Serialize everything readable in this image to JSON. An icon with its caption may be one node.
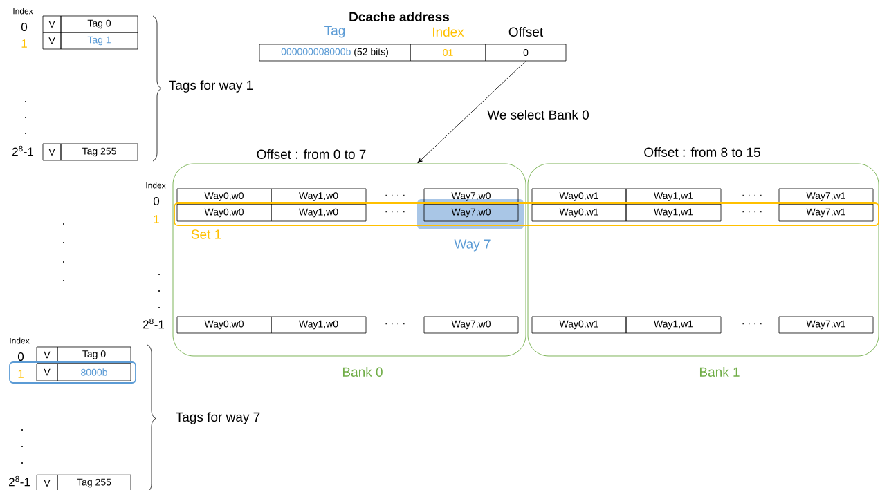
{
  "diagram": {
    "title": "Dcache address",
    "nodes": [
      {
        "text": [
          "V"
        ]
      },
      {
        "text": [
          "Tag 0"
        ]
      },
      {
        "text": [
          "V"
        ]
      },
      {
        "text": [
          "Tag 1"
        ]
      },
      {
        "text": [
          "V"
        ]
      },
      {
        "text": [
          "Tag 255"
        ]
      },
      {
        "text": [
          "000000008000b",
          "(52 bits)"
        ],
        "beside": [
          "Tag"
        ]
      },
      {
        "text": [
          "01"
        ],
        "beside": [
          "Index"
        ]
      },
      {
        "text": [
          "0"
        ],
        "beside": [
          "Offset"
        ]
      },
      {
        "text": [
          "Offset : from 0 to 7",
          "Bank 0"
        ]
      },
      {
        "text": [
          "Offset : from 8 to 15",
          "Bank 1"
        ]
      },
      {
        "text": [],
        "shape": "box"
      },
      {
        "text": [
          "Way 7"
        ],
        "in": 9
      },
      {
        "text": [
          "Way0,w0"
        ],
        "in": 9
      },
      {
        "text": [
          "Way1,w0"
        ],
        "in": 9
      },
      {
        "text": [
          "Way7,w0"
        ],
        "in": 9
      },
      {
        "text": [
          "Way0,w0"
        ]
      },
      {
        "text": [
          "Way1,w0"
        ]
      },
      {
        "text": [
          "Way7,w0"
        ]
      },
      {
        "text": [
          "Way0,w0"
        ],
        "in": 9
      },
      {
        "text": [
          "Way1,w0"
        ],
        "in": 9
      },
      {
        "text": [
          "Way7,w0"
        ],
        "in": 9
      },
      {
        "text": [
          "Way0,w1"
        ],
        "in": 10
      },
      {
        "text": [
          "Way1,w1"
        ],
        "in": 10
      },
      {
        "text": [
          "Way7,w1"
        ],
        "in": 10
      },
      {
        "text": [
          "Way0,w1"
        ]
      },
      {
        "text": [
          "Way1,w1"
        ]
      },
      {
        "text": [
          "Way7,w1"
        ]
      },
      {
        "text": [
          "Way0,w1"
        ],
        "in": 10
      },
      {
        "text": [
          "Way1,w1"
        ],
        "in": 10
      },
      {
        "text": [
          "Way7,w1"
        ],
        "in": 10
      },
      {
        "text": [
          "V"
        ]
      },
      {
        "text": [
          "Tag 0"
        ]
      },
      {
        "text": [
          "1"
        ]
      },
      {
        "text": [
          "V"
        ],
        "in": 33
      },
      {
        "text": [
          "8000b"
        ],
        "in": 33
      },
      {
        "text": [
          "V"
        ]
      },
      {
        "text": [
          "Tag 255"
        ]
      }
    ],
    "edges": [
      {
        "from": 8,
        "to": 9,
        "arrow": "to",
        "label": "We select Bank 0"
      }
    ],
    "labels": [
      "Index",
      "0",
      "1",
      ".",
      ".",
      ".",
      "2$^{8}$-1",
      "Tags for way 1",
      "Index",
      "0",
      "1",
      "· · · ·",
      "· · · ·",
      "· · · ·",
      "· · · ·",
      ".",
      ".",
      ".",
      ".",
      ".",
      ".",
      ".",
      "2$^{8}$-1",
      "· · · ·",
      "· · · ·",
      "Index",
      "0",
      ".",
      ".",
      ".",
      "2$^{8}$-1",
      "Tags for way 7",
      "Set 1"
    ]
  }
}
